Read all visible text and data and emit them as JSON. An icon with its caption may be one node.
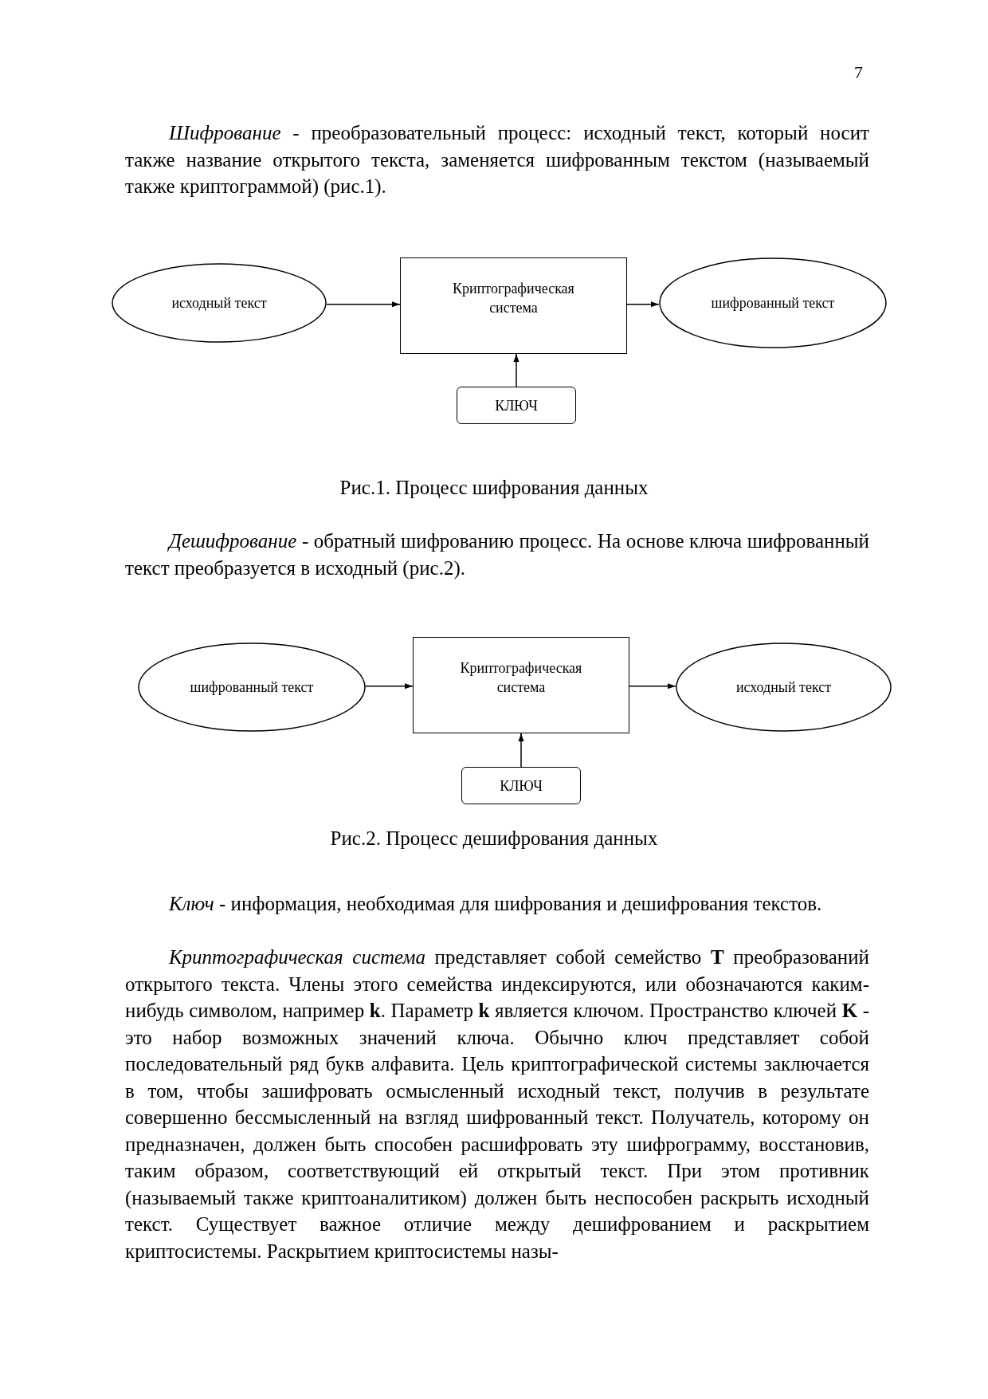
{
  "diagram": {
    "nodes": [
      {
        "text": [
          "исходный текст"
        ]
      },
      {
        "text": [
          "Криптографическая система"
        ]
      },
      {
        "text": [
          "шифрованный текст"
        ]
      },
      {
        "text": [
          "КЛЮЧ"
        ]
      },
      {
        "text": [
          "шифрованный текст"
        ]
      },
      {
        "text": [
          "Криптографическая система"
        ]
      },
      {
        "text": [
          "исходный текст"
        ]
      },
      {
        "text": [
          "КЛЮЧ"
        ]
      }
    ],
    "edges": [
      {
        "from": 0,
        "to": 1,
        "arrow": "to"
      },
      {
        "from": 1,
        "to": 2,
        "arrow": "to"
      },
      {
        "from": 3,
        "to": 1,
        "arrow": "to"
      },
      {
        "from": 4,
        "to": 5,
        "arrow": "to"
      },
      {
        "from": 5,
        "to": 6,
        "arrow": "to"
      },
      {
        "from": 7,
        "to": 5,
        "arrow": "to"
      }
    ],
    "labels": [
      "7",
      "*Шифрование* - преобразовательный процесс: исходный текст, который носит также название открытого текста, заменяется шифрованным текстом (называемый также криптограммой) (рис.1).",
      "Рис.1. Процесс шифрования данных",
      "*Дешифрование* - обратный шифрованию процесс. На основе ключа шифрованный текст преобразуется в исходный (рис.2).",
      "Рис.2. Процесс дешифрования данных",
      "*Ключ* - информация, необходимая для шифрования и дешифрования текстов.",
      "*Криптографическая система* представляет собой семейство **T** преобразований открытого текста. Члены этого семейства индексируются, или обозначаются каким-нибудь символом, например **k**. Параметр **k** является ключом. Пространство ключей **K** - это набор возможных значений ключа. Обычно ключ представляет собой последовательный ряд букв алфавита. Цель криптографической системы заключается в том, чтобы зашифровать осмысленный исходный текст, получив в результате совершенно бессмысленный на взгляд шифрованный текст. Получатель, которому он предназначен, должен быть способен расшифровать эту шифрограмму, восстановив, таким образом, соответствующий ей открытый текст. При этом противник (называемый также криптоаналитиком) должен быть неспособен раскрыть исходный текст. Существует важное отличие между дешифрованием и раскрытием криптосистемы. Раскрытием криптосистемы назы-"
    ]
  }
}
